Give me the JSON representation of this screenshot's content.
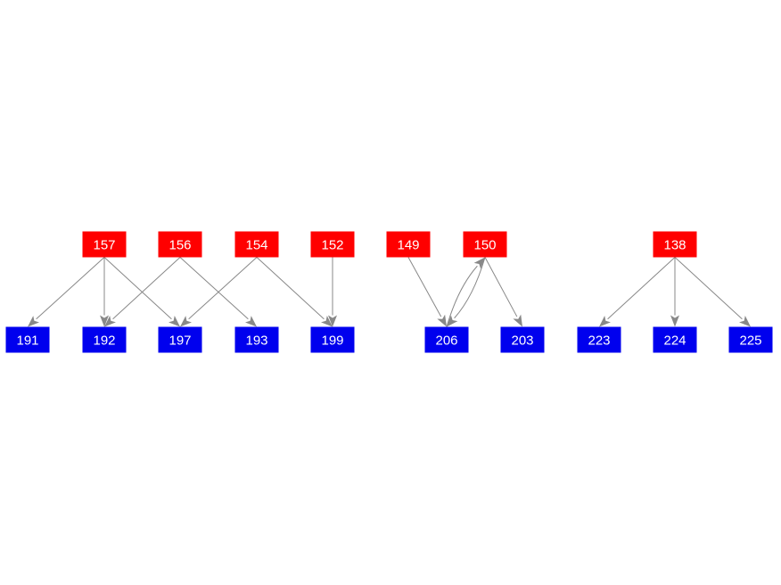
{
  "colors": {
    "source_node": "#ff0000",
    "target_node": "#0000ee",
    "edge": "#888888",
    "label": "#ffffff"
  },
  "nodes": [
    {
      "id": "157",
      "label": "157",
      "kind": "source"
    },
    {
      "id": "156",
      "label": "156",
      "kind": "source"
    },
    {
      "id": "154",
      "label": "154",
      "kind": "source"
    },
    {
      "id": "152",
      "label": "152",
      "kind": "source"
    },
    {
      "id": "149",
      "label": "149",
      "kind": "source"
    },
    {
      "id": "150",
      "label": "150",
      "kind": "source"
    },
    {
      "id": "138",
      "label": "138",
      "kind": "source"
    },
    {
      "id": "191",
      "label": "191",
      "kind": "target"
    },
    {
      "id": "192",
      "label": "192",
      "kind": "target"
    },
    {
      "id": "197",
      "label": "197",
      "kind": "target"
    },
    {
      "id": "193",
      "label": "193",
      "kind": "target"
    },
    {
      "id": "199",
      "label": "199",
      "kind": "target"
    },
    {
      "id": "206",
      "label": "206",
      "kind": "target"
    },
    {
      "id": "203",
      "label": "203",
      "kind": "target"
    },
    {
      "id": "223",
      "label": "223",
      "kind": "target"
    },
    {
      "id": "224",
      "label": "224",
      "kind": "target"
    },
    {
      "id": "225",
      "label": "225",
      "kind": "target"
    }
  ],
  "edges": [
    {
      "from": "157",
      "to": "191"
    },
    {
      "from": "157",
      "to": "192"
    },
    {
      "from": "157",
      "to": "197"
    },
    {
      "from": "156",
      "to": "192"
    },
    {
      "from": "156",
      "to": "193"
    },
    {
      "from": "154",
      "to": "197"
    },
    {
      "from": "154",
      "to": "199"
    },
    {
      "from": "152",
      "to": "199"
    },
    {
      "from": "149",
      "to": "206"
    },
    {
      "from": "150",
      "to": "206"
    },
    {
      "from": "206",
      "to": "150"
    },
    {
      "from": "150",
      "to": "203"
    },
    {
      "from": "138",
      "to": "223"
    },
    {
      "from": "138",
      "to": "224"
    },
    {
      "from": "138",
      "to": "225"
    }
  ]
}
